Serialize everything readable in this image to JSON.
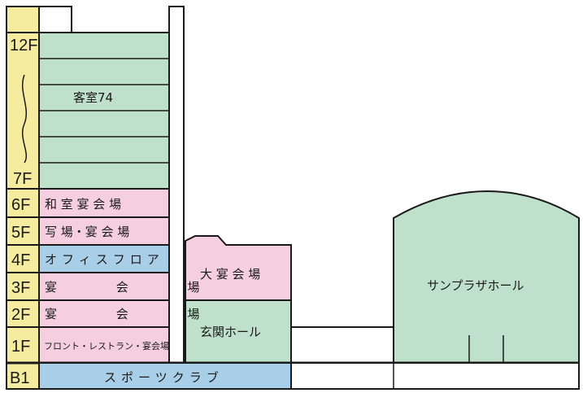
{
  "colors": {
    "outline": "#1a1a1a",
    "floor_column": "#f6eca0",
    "guest_rooms": "#bfe0cb",
    "banquet": "#f5cfe0",
    "office": "#a9cfe8",
    "hall": "#bfe0cb",
    "ground": "#ffffff"
  },
  "floors": {
    "f12": "12F",
    "f7": "7F",
    "f6": "6F",
    "f5": "5F",
    "f4": "4F",
    "f3": "3F",
    "f2": "2F",
    "f1": "1F",
    "b1": "B1"
  },
  "rooms": {
    "guest_rooms": "客室74",
    "washitsu": "和 室 宴 会 場",
    "photo_banquet": "写 場・宴 会 場",
    "office_floor": "オフィスフロア",
    "banquet_3f": "宴 会 場",
    "banquet_2f": "宴 会 場",
    "front_restaurant": "フロント・レストラン・宴会場",
    "sports_club": "スポーツクラブ",
    "grand_banquet": "大 宴 会 場",
    "entrance_hall": "玄関ホール",
    "sunplaza_hall": "サンプラザホール"
  }
}
